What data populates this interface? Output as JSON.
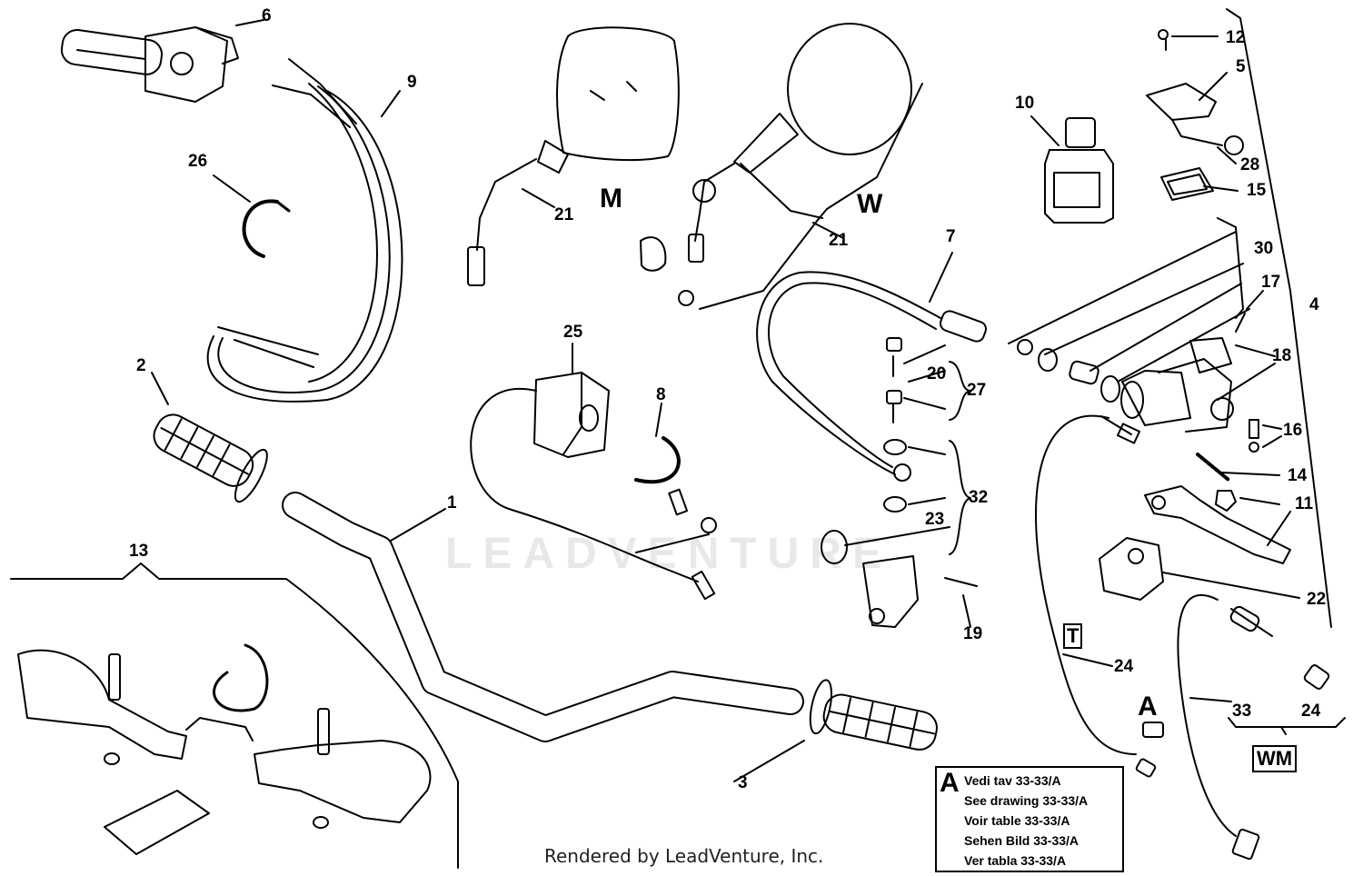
{
  "labels": [
    {
      "id": "1",
      "text": "1"
    },
    {
      "id": "2",
      "text": "2"
    },
    {
      "id": "3",
      "text": "3"
    },
    {
      "id": "4",
      "text": "4"
    },
    {
      "id": "5",
      "text": "5"
    },
    {
      "id": "6",
      "text": "6"
    },
    {
      "id": "7",
      "text": "7"
    },
    {
      "id": "8",
      "text": "8"
    },
    {
      "id": "9",
      "text": "9"
    },
    {
      "id": "10",
      "text": "10"
    },
    {
      "id": "11",
      "text": "11"
    },
    {
      "id": "12",
      "text": "12"
    },
    {
      "id": "13",
      "text": "13"
    },
    {
      "id": "14",
      "text": "14"
    },
    {
      "id": "15",
      "text": "15"
    },
    {
      "id": "16",
      "text": "16"
    },
    {
      "id": "17",
      "text": "17"
    },
    {
      "id": "18",
      "text": "18"
    },
    {
      "id": "19",
      "text": "19"
    },
    {
      "id": "20",
      "text": "20"
    },
    {
      "id": "21a",
      "text": "21"
    },
    {
      "id": "21b",
      "text": "21"
    },
    {
      "id": "22",
      "text": "22"
    },
    {
      "id": "23",
      "text": "23"
    },
    {
      "id": "24a",
      "text": "24"
    },
    {
      "id": "24b",
      "text": "24"
    },
    {
      "id": "25",
      "text": "25"
    },
    {
      "id": "26",
      "text": "26"
    },
    {
      "id": "27",
      "text": "27"
    },
    {
      "id": "28",
      "text": "28"
    },
    {
      "id": "30",
      "text": "30"
    },
    {
      "id": "32",
      "text": "32"
    },
    {
      "id": "33",
      "text": "33"
    }
  ],
  "variants": {
    "m": "M",
    "w": "W",
    "a": "A",
    "t": "T",
    "wm": "WM"
  },
  "reference_box": {
    "letter": "A",
    "lines": [
      "Vedi tav 33-33/A",
      "See drawing 33-33/A",
      "Voir table 33-33/A",
      "Sehen Bild 33-33/A",
      "Ver tabla 33-33/A"
    ]
  },
  "watermark": "LEADVENTURE",
  "footer": "Rendered by LeadVenture, Inc."
}
